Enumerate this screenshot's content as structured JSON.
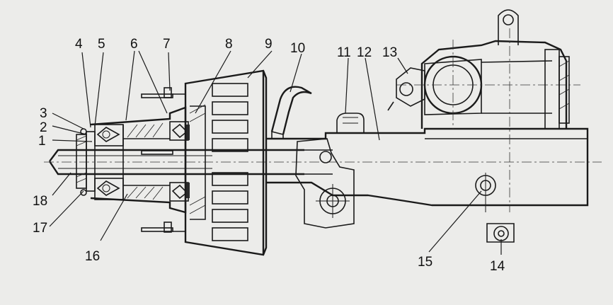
{
  "callouts": [
    {
      "number": "1"
    },
    {
      "number": "2"
    },
    {
      "number": "3"
    },
    {
      "number": "4"
    },
    {
      "number": "5"
    },
    {
      "number": "6"
    },
    {
      "number": "7"
    },
    {
      "number": "8"
    },
    {
      "number": "9"
    },
    {
      "number": "10"
    },
    {
      "number": "11"
    },
    {
      "number": "12"
    },
    {
      "number": "13"
    },
    {
      "number": "14"
    },
    {
      "number": "15"
    },
    {
      "number": "16"
    },
    {
      "number": "17"
    },
    {
      "number": "18"
    }
  ]
}
